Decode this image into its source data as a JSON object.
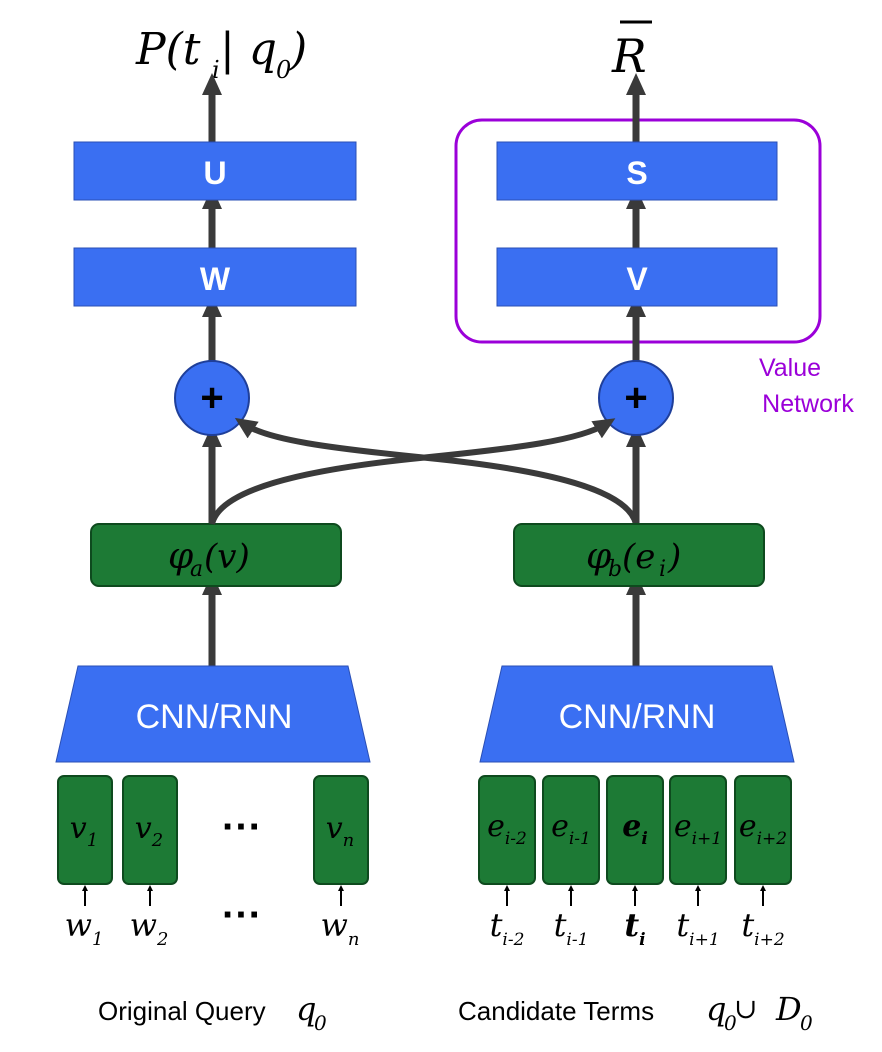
{
  "left": {
    "output": {
      "P": "P(t",
      "sub_i": "i",
      "bar": " | q",
      "sub_0": "0",
      "close": ")"
    },
    "layer_top": "U",
    "layer_bottom": "W",
    "plus": "+",
    "embedding": {
      "phi": "φ",
      "sub": "a",
      "arg": "(v)"
    },
    "encoder": "CNN/RNN",
    "vectors": [
      {
        "main": "v",
        "sub": "1"
      },
      {
        "main": "v",
        "sub": "2"
      },
      {
        "main": "v",
        "sub": "n"
      }
    ],
    "words": [
      {
        "main": "w",
        "sub": "1"
      },
      {
        "main": "w",
        "sub": "2"
      },
      {
        "main": "w",
        "sub": "n"
      }
    ],
    "ellipsis": "···",
    "caption": {
      "text": "Original Query ",
      "q": "q",
      "sub": "0"
    }
  },
  "right": {
    "output": {
      "R": "R",
      "bar": "¯"
    },
    "layer_top": "S",
    "layer_bottom": "V",
    "plus": "+",
    "embedding": {
      "phi": "φ",
      "sub": "b",
      "arg_open": "(e",
      "arg_sub": "i",
      "arg_close": ")"
    },
    "encoder": "CNN/RNN",
    "vectors": [
      {
        "main": "e",
        "sub": "i-2",
        "bold": false
      },
      {
        "main": "e",
        "sub": "i-1",
        "bold": false
      },
      {
        "main": "e",
        "sub": "i",
        "bold": true
      },
      {
        "main": "e",
        "sub": "i+1",
        "bold": false
      },
      {
        "main": "e",
        "sub": "i+2",
        "bold": false
      }
    ],
    "terms": [
      {
        "main": "t",
        "sub": "i-2",
        "bold": false
      },
      {
        "main": "t",
        "sub": "i-1",
        "bold": false
      },
      {
        "main": "t",
        "sub": "i",
        "bold": true
      },
      {
        "main": "t",
        "sub": "i+1",
        "bold": false
      },
      {
        "main": "t",
        "sub": "i+2",
        "bold": false
      }
    ],
    "value_network": {
      "line1": "Value",
      "line2": "Network"
    },
    "caption": {
      "text": "Candidate Terms ",
      "q": "q",
      "q_sub": "0",
      "union": " ∪ ",
      "d": "D",
      "d_sub": "0"
    }
  },
  "colors": {
    "blue": "#3a6ff2",
    "green": "#1d7a35",
    "purple": "#9b00d9",
    "arrow": "#3a3a3a"
  }
}
